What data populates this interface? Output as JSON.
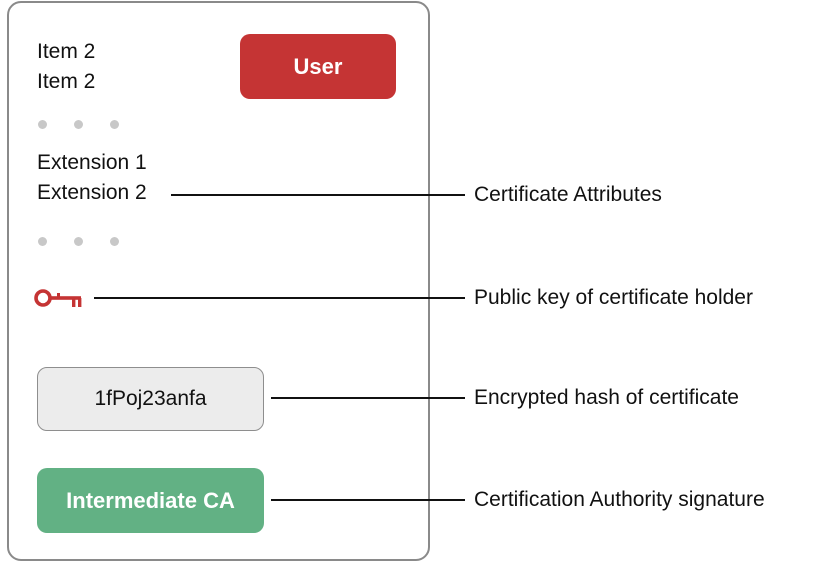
{
  "certificate": {
    "items": [
      "Item 2",
      "Item 2"
    ],
    "subject_badge": "User",
    "extensions": [
      "Extension 1",
      "Extension 2"
    ],
    "key_icon": "key-icon",
    "hash_value": "1fPoj23anfa",
    "issuer_badge": "Intermediate CA"
  },
  "labels": {
    "attributes": "Certificate Attributes",
    "public_key": "Public key of certificate holder",
    "encrypted_hash": "Encrypted hash of certificate",
    "signature": "Certification Authority signature"
  },
  "colors": {
    "user_badge": "#c53434",
    "ca_badge": "#62b184",
    "hash_badge": "#ececec",
    "key": "#c53434",
    "card_border": "#8a8a8a"
  }
}
